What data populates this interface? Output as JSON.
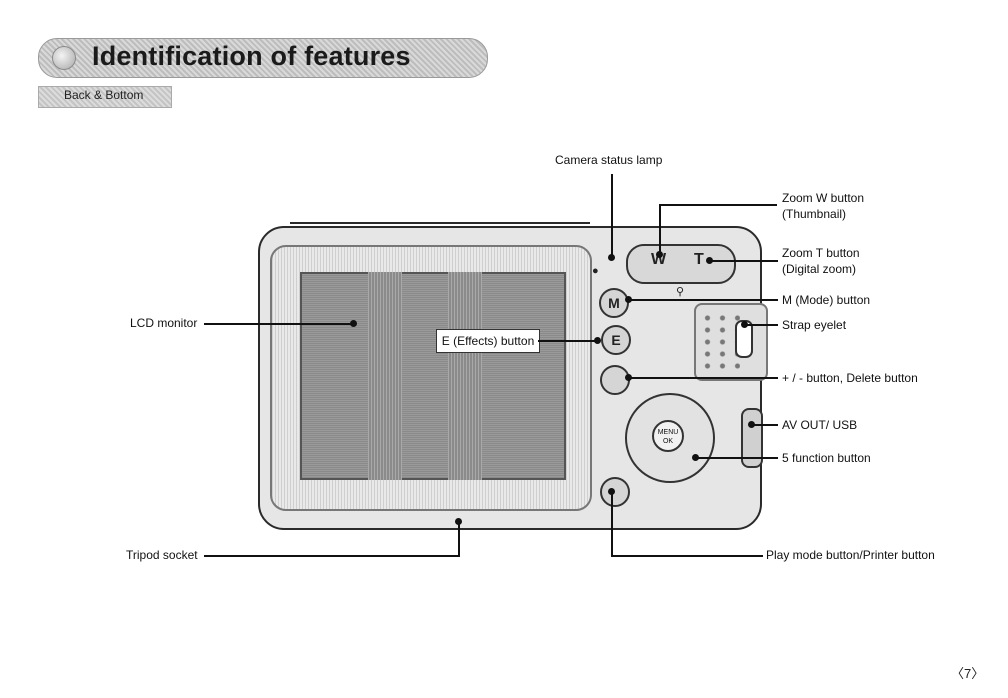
{
  "header": {
    "title": "Identification of features",
    "subtitle": "Back & Bottom"
  },
  "labels": {
    "camera_status_lamp": "Camera status lamp",
    "zoom_w": "Zoom W button",
    "zoom_w_sub": "(Thumbnail)",
    "zoom_t": "Zoom T button",
    "zoom_t_sub": "(Digital zoom)",
    "mode_button": "M (Mode) button",
    "strap_eyelet": "Strap eyelet",
    "plus_minus": "+ / - button, Delete button",
    "av_out": "AV OUT/ USB",
    "five_function": "5 function button",
    "play_mode": "Play mode button/Printer button",
    "lcd_monitor": "LCD monitor",
    "effects_button": "E (Effects) button",
    "tripod_socket": "Tripod socket"
  },
  "camera": {
    "zoom_w_key": "W",
    "zoom_t_key": "T",
    "m_key": "M",
    "e_key": "E",
    "menu_ok": "MENU OK"
  },
  "page_number": "〈7〉"
}
